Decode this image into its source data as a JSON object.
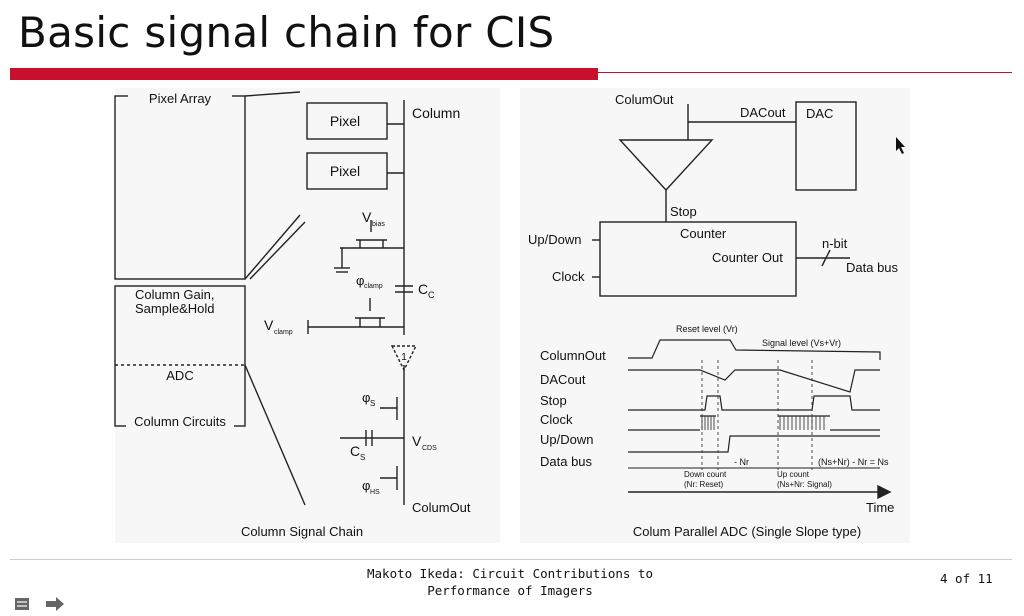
{
  "slide": {
    "title": "Basic signal chain for CIS",
    "footer_author_line1": "Makoto Ikeda: Circuit Contributions to",
    "footer_author_line2": "Performance of Imagers",
    "page_indicator": "4 of 11",
    "accent_color": "#c8102e"
  },
  "left_diagram": {
    "pixel_array": "Pixel Array",
    "pixel_1": "Pixel",
    "pixel_2": "Pixel",
    "column": "Column",
    "column_gain_line1": "Column Gain,",
    "column_gain_line2": "Sample&Hold",
    "adc": "ADC",
    "column_circuits": "Column Circuits",
    "v_main": "V",
    "v_bias_sub": "bias",
    "phi_clamp": "φ",
    "phi_clamp_sub": "clamp",
    "c_main": "C",
    "c_sub": "C",
    "v_clamp_sub": "clamp",
    "amp_gain": "1",
    "phi_s_sub": "S",
    "v_cds_sub": "CDS",
    "c_s_sub": "S",
    "phi_hs_sub": "HS",
    "column_out": "ColumOut",
    "caption": "Column Signal Chain"
  },
  "right_diagram": {
    "colum_out": "ColumOut",
    "dac_out": "DACout",
    "dac": "DAC",
    "stop": "Stop",
    "counter": "Counter",
    "up_down": "Up/Down",
    "clock": "Clock",
    "counter_out": "Counter Out",
    "n_bit": "n-bit",
    "data_bus": "Data bus",
    "reset_level": "Reset level (Vr)",
    "signal_level": "Signal level (Vs+Vr)",
    "sig_columnout": "ColumnOut",
    "sig_dacout": "DACout",
    "sig_stop": "Stop",
    "sig_clock": "Clock",
    "sig_updown": "Up/Down",
    "sig_databus": "Data bus",
    "minus_nr": "- Nr",
    "ns_nr": "(Ns+Nr) - Nr = Ns",
    "down_count_1": "Down count",
    "down_count_2": "(Nr: Reset)",
    "up_count_1": "Up count",
    "up_count_2": "(Ns+Nr: Signal)",
    "time": "Time",
    "caption": "Colum Parallel ADC (Single Slope type)"
  },
  "icons": [
    "cursor-arrow-icon",
    "slide-list-icon",
    "next-arrow-icon"
  ]
}
